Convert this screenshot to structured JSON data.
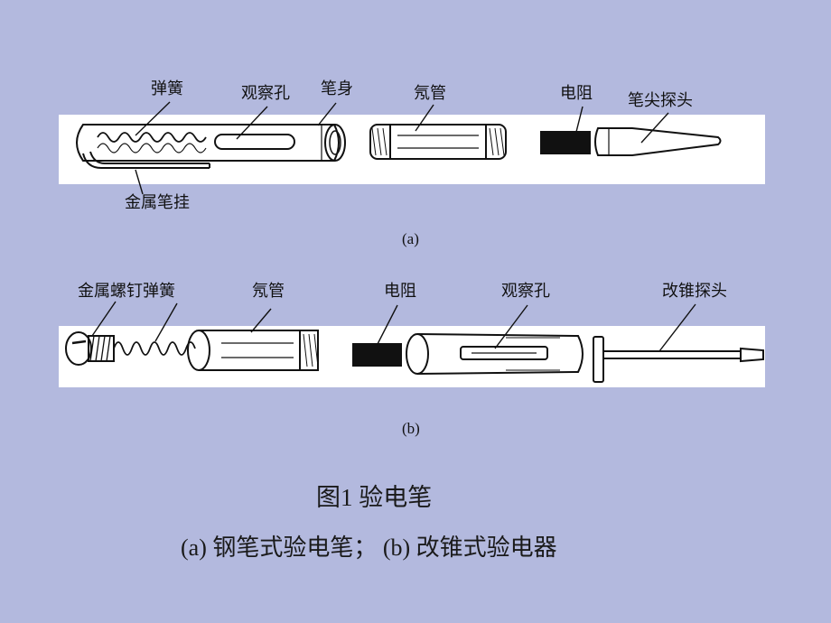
{
  "figure_a": {
    "labels": {
      "spring": "弹簧",
      "window": "观察孔",
      "body": "笔身",
      "neon": "氖管",
      "resistor": "电阻",
      "tip": "笔尖探头",
      "clip": "金属笔挂"
    },
    "sub_label": "(a)"
  },
  "figure_b": {
    "labels": {
      "screw_spring": "金属螺钉弹簧",
      "neon": "氖管",
      "resistor": "电阻",
      "window": "观察孔",
      "probe": "改锥探头"
    },
    "sub_label": "(b)"
  },
  "caption": {
    "title": "图1 验电笔",
    "subtitle": "(a) 钢笔式验电笔； (b) 改锥式验电器"
  },
  "colors": {
    "background": "#b3b9de",
    "panel": "#ffffff",
    "ink": "#111111"
  }
}
